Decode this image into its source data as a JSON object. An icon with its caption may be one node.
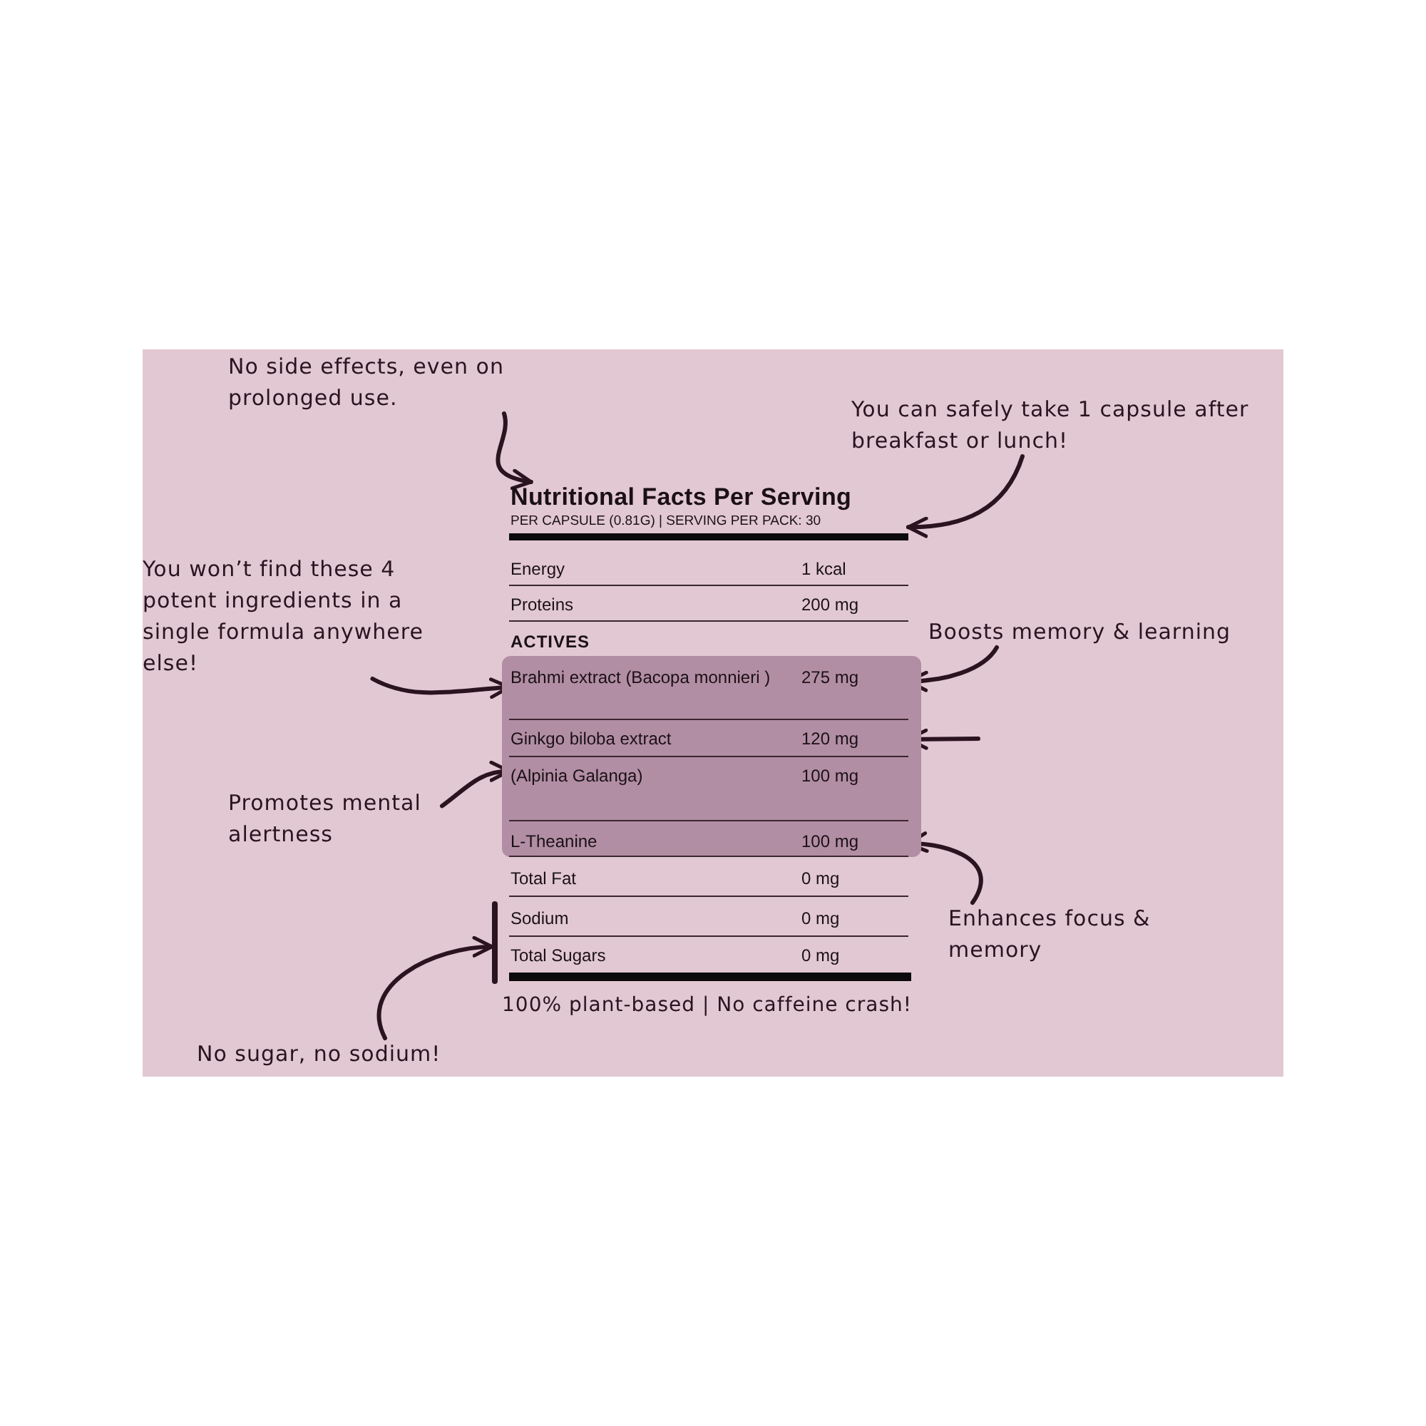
{
  "diagram": {
    "nodes": [
      {
        "text": [
          "No side effects, even on prolonged use."
        ]
      },
      {
        "text": [
          "You can safely take 1 capsule after breakfast or lunch!"
        ]
      },
      {
        "text": [
          "Nutritional Facts Per Serving",
          "PER CAPSULE (0.81G) | SERVING PER PACK: 30"
        ]
      },
      {
        "text": [
          "Energy",
          "1 kcal"
        ],
        "in": 2
      },
      {
        "text": [
          "Proteins",
          "200 mg"
        ],
        "in": 2
      },
      {
        "text": [
          "ACTIVES"
        ],
        "in": 2
      },
      {
        "text": [
          "Brahmi extract (Bacopa monnieri )",
          "275 mg"
        ],
        "in": 5
      },
      {
        "text": [
          "Ginkgo biloba extract",
          "120 mg"
        ],
        "in": 5
      },
      {
        "text": [
          "(Alpinia Galanga)",
          "100 mg"
        ],
        "in": 5
      },
      {
        "text": [
          "L-Theanine",
          "100 mg"
        ],
        "in": 5
      },
      {
        "text": [
          "Total Fat",
          "0 mg"
        ],
        "in": 2
      },
      {
        "text": [
          "Sodium",
          "0 mg"
        ],
        "in": 2
      },
      {
        "text": [
          "Total Sugars",
          "0 mg"
        ],
        "in": 2
      },
      {
        "text": [
          "You won’t find these 4 potent ingredients in a single formula anywhere else!"
        ]
      },
      {
        "text": [
          "Boosts memory & learning"
        ]
      },
      {
        "text": [
          "Promotes mental alertness"
        ]
      },
      {
        "text": [
          "Enhances focus & memory"
        ]
      },
      {
        "text": [
          "No sugar, no sodium!"
        ]
      },
      {
        "text": [],
        "shape": "bar"
      }
    ],
    "edges": [
      {
        "from": 0,
        "to": 2,
        "arrow": "to"
      },
      {
        "from": 1,
        "to": 2,
        "arrow": "to"
      },
      {
        "from": 13,
        "to": 6,
        "arrow": "to"
      },
      {
        "from": 14,
        "to": 6,
        "arrow": "to"
      },
      {
        "from": null,
        "to": 7,
        "arrow": "to"
      },
      {
        "from": 15,
        "to": 8,
        "arrow": "to"
      },
      {
        "from": 16,
        "to": 9,
        "arrow": "to"
      },
      {
        "from": 17,
        "to": 18,
        "arrow": "to"
      }
    ],
    "labels": [
      "100% plant-based | No caffeine crash!"
    ]
  }
}
